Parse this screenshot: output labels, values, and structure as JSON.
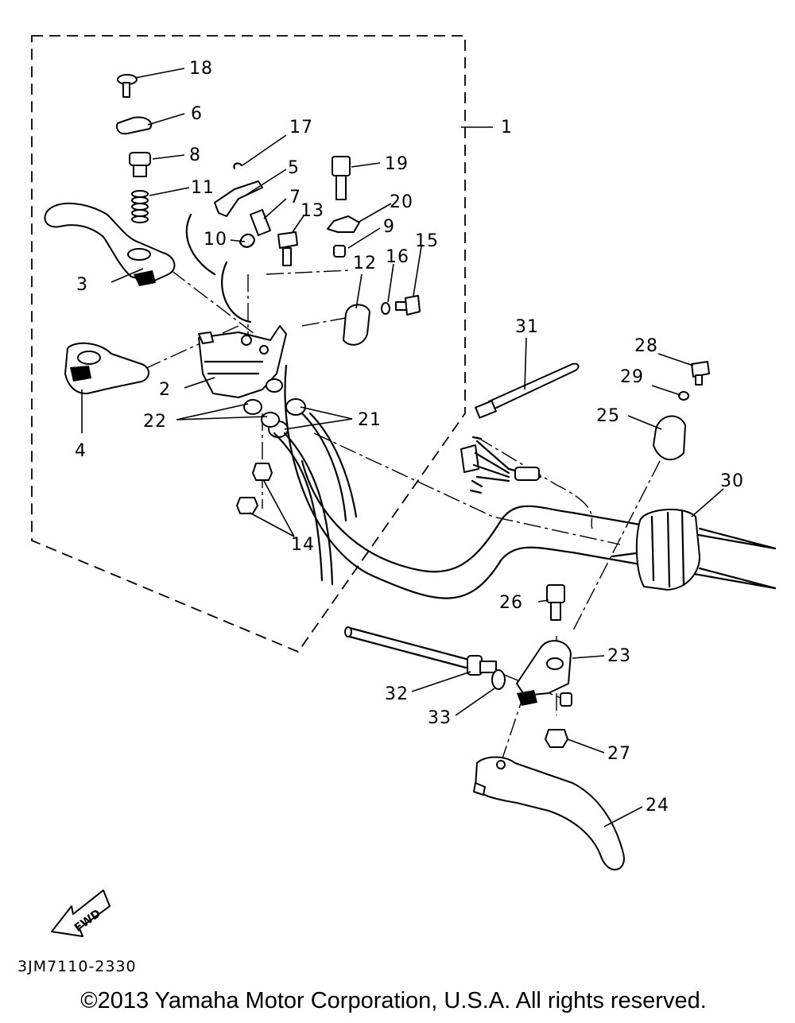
{
  "diagram": {
    "callouts": {
      "c1": "1",
      "c2": "2",
      "c3": "3",
      "c4": "4",
      "c5": "5",
      "c6": "6",
      "c7": "7",
      "c8": "8",
      "c9": "9",
      "c10": "10",
      "c11": "11",
      "c12": "12",
      "c13": "13",
      "c14": "14",
      "c15": "15",
      "c16": "16",
      "c17": "17",
      "c18": "18",
      "c19": "19",
      "c20": "20",
      "c21": "21",
      "c22": "22",
      "c23": "23",
      "c24": "24",
      "c25": "25",
      "c26": "26",
      "c27": "27",
      "c28": "28",
      "c29": "29",
      "c30": "30",
      "c31": "31",
      "c32": "32",
      "c33": "33"
    },
    "fwd_label": "FWD",
    "drawing_code": "3JM7110-2330",
    "copyright": "©2013 Yamaha Motor Corporation, U.S.A. All rights reserved."
  }
}
